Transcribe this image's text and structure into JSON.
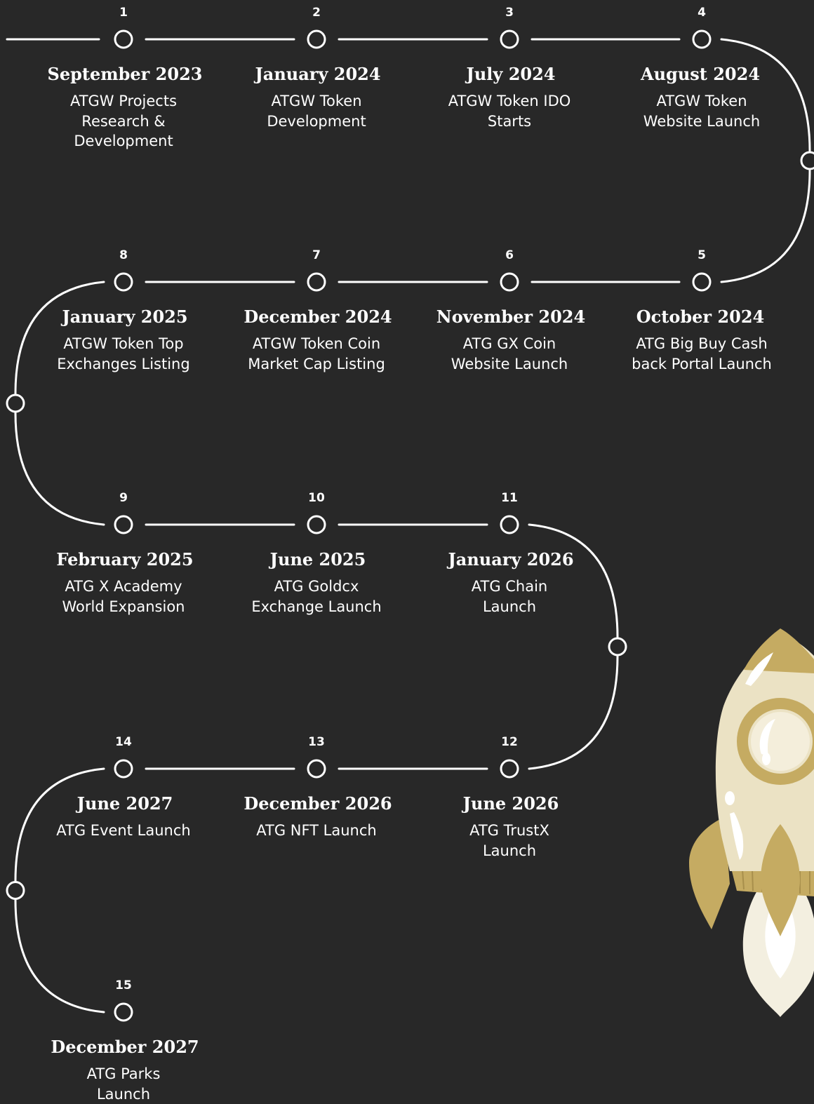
{
  "colors": {
    "background": "#282828",
    "line": "#ffffff",
    "rocket_gold": "#c5ab62",
    "rocket_cream": "#ebe2c4",
    "rocket_flame": "#f3efe0"
  },
  "icons": [
    "rocket-icon"
  ],
  "milestones": [
    {
      "number": "1",
      "date": "September 2023",
      "lines": [
        "ATGW Projects",
        "Research &",
        "Development"
      ]
    },
    {
      "number": "2",
      "date": "January 2024",
      "lines": [
        "ATGW Token",
        "Development"
      ]
    },
    {
      "number": "3",
      "date": "July 2024",
      "lines": [
        "ATGW Token IDO",
        "Starts"
      ]
    },
    {
      "number": "4",
      "date": "August 2024",
      "lines": [
        "ATGW Token",
        "Website Launch"
      ]
    },
    {
      "number": "5",
      "date": "October 2024",
      "lines": [
        "ATG Big Buy Cash",
        "back Portal Launch"
      ]
    },
    {
      "number": "6",
      "date": "November 2024",
      "lines": [
        "ATG GX Coin",
        "Website Launch"
      ]
    },
    {
      "number": "7",
      "date": "December 2024",
      "lines": [
        "ATGW Token Coin",
        "Market Cap Listing"
      ]
    },
    {
      "number": "8",
      "date": "January 2025",
      "lines": [
        "ATGW Token Top",
        "Exchanges Listing"
      ]
    },
    {
      "number": "9",
      "date": "February 2025",
      "lines": [
        "ATG X Academy",
        "World Expansion"
      ]
    },
    {
      "number": "10",
      "date": "June 2025",
      "lines": [
        "ATG Goldcx",
        "Exchange Launch"
      ]
    },
    {
      "number": "11",
      "date": "January 2026",
      "lines": [
        "ATG Chain",
        "Launch"
      ]
    },
    {
      "number": "12",
      "date": "June 2026",
      "lines": [
        "ATG TrustX",
        "Launch"
      ]
    },
    {
      "number": "13",
      "date": "December 2026",
      "lines": [
        "ATG NFT Launch"
      ]
    },
    {
      "number": "14",
      "date": "June 2027",
      "lines": [
        "ATG Event Launch"
      ]
    },
    {
      "number": "15",
      "date": "December 2027",
      "lines": [
        "ATG Parks",
        "Launch"
      ]
    }
  ]
}
